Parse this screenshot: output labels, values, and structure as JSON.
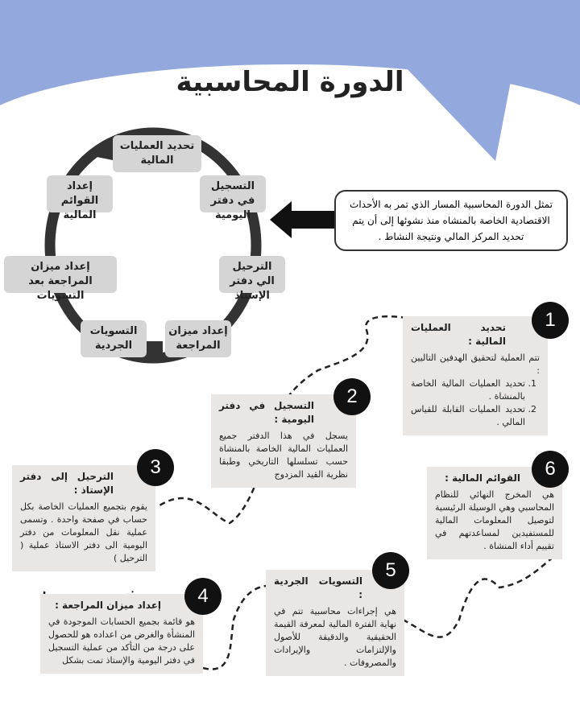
{
  "title": "الدورة المحاسبية",
  "cycle": [
    "تحديد العمليات المالية",
    "التسجيل في دفتر اليومية",
    "الترحيل الي دفتر الإستاذ",
    "إعداد ميزان المراجعة",
    "التسويات الجردية",
    "إعداد ميزان المراجعة بعد التسويات",
    "إعداد القوائم المالية"
  ],
  "intro": "تمثل الدورة المحاسبية المسار الذي تمر به الأحداث الاقتصادية الخاصة بالمنشاه منذ نشوئها إلى أن يتم تحديد المركز المالي ونتيجة النشاط .",
  "steps": [
    {
      "num": "1",
      "title": "تحديد العمليات المالية :",
      "text": "تتم العملية لتحقيق الهدفين التاليين :",
      "items": [
        "تحديد العمليات المالية الخاصة بالمنشاة .",
        "تحديد العمليات القابلة للقياس المالي ."
      ]
    },
    {
      "num": "2",
      "title": "التسجيل في دفتر اليومية :",
      "text": "يسجل في هذا الدفتر جميع العمليات المالية الخاصة بالمنشاة حسب تسلسلها التاريخي وطبقا نظرية القيد المزدوج"
    },
    {
      "num": "3",
      "title": "الترحيل إلى دفتر الإستاذ :",
      "text": "يقوم بتجميع العمليات الخاصة بكل حساب في صفحة واحدة . وتسمى عملية نقل المعلومات من دفتر اليومية الى دفتر الاستاذ عملية ( الترحيل )"
    },
    {
      "num": "4",
      "title": "إعداد ميزان المراجعة :",
      "text": "هو قائمة بجميع الحسابات الموجودة في المنشأة والغرض من اعداده هو للحصول على درجة من التأكد من عملية التسجيل في دفتر اليومية والإستاذ تمت بشكل"
    },
    {
      "num": "5",
      "title": "التسويات الجردية :",
      "text": "هي إجراءات محاسبية تتم في نهاية الفترة المالية لمعرفة القيمة الحقيقية والدقيقة للأصول والإلتزامات والإيرادات والمصروفات ."
    },
    {
      "num": "6",
      "title": "القوائم المالية :",
      "text": "هي المخرج النهائي للنظام المحاسبي وهي الوسيلة الرئيسية لتوصيل المعلومات المالية للمستفيدين لمساعدتهم في تقييم أداء المنشاة ."
    }
  ],
  "colors": {
    "bubble": "#93a8dc",
    "box": "#d5d5d5",
    "card": "#e9e6e3"
  }
}
